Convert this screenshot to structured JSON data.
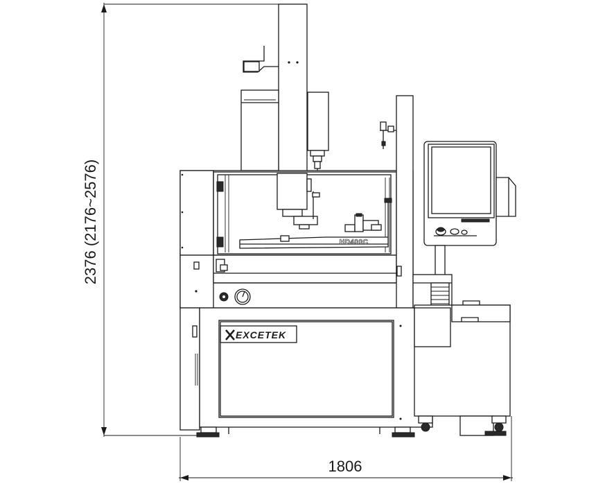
{
  "dimensions": {
    "height_label": "2376 (2176~2576)",
    "width_label": "1806"
  },
  "machine": {
    "brand": "EXCETEK",
    "model": "HD400C"
  },
  "colors": {
    "line": "#1a1a1a",
    "background": "#ffffff",
    "panel_fill": "#eeeeee"
  }
}
